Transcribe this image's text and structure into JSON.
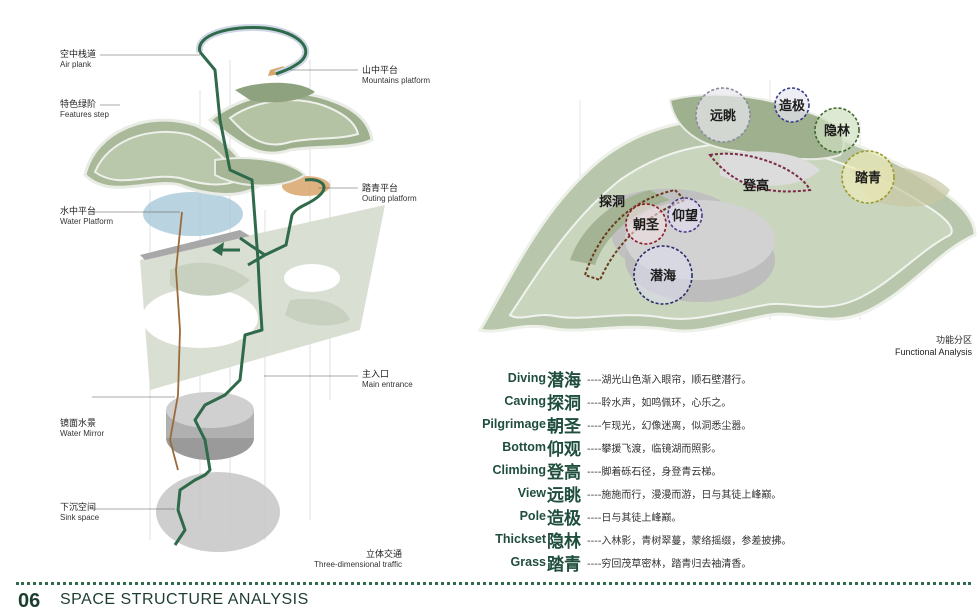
{
  "left_diagram": {
    "callouts": [
      {
        "zh": "空中栈道",
        "en": "Air plank"
      },
      {
        "zh": "特色绿阶",
        "en": "Features step"
      },
      {
        "zh": "水中平台",
        "en": "Water Platform"
      },
      {
        "zh": "镜面水景",
        "en": "Water Mirror"
      },
      {
        "zh": "下沉空间",
        "en": "Sink space"
      },
      {
        "zh": "山中平台",
        "en": "Mountains platform"
      },
      {
        "zh": "踏青平台",
        "en": "Outing platform"
      },
      {
        "zh": "主入口",
        "en": "Main entrance"
      }
    ],
    "caption_zh": "立体交通",
    "caption_en": "Three-dimensional traffic"
  },
  "right_diagram": {
    "zones": [
      {
        "label": "远眺",
        "color": "#8a8aa0"
      },
      {
        "label": "造极",
        "color": "#3a3a8a"
      },
      {
        "label": "隐林",
        "color": "#3f6a2e"
      },
      {
        "label": "踏青",
        "color": "#9a9a2a"
      },
      {
        "label": "登高",
        "color": "#7a2a4a"
      },
      {
        "label": "探洞",
        "color": "#6a3a1a"
      },
      {
        "label": "朝圣",
        "color": "#8a1a2a"
      },
      {
        "label": "仰望",
        "color": "#4a3a8a"
      },
      {
        "label": "潜海",
        "color": "#2a2a6a"
      }
    ],
    "caption_zh": "功能分区",
    "caption_en": "Functional Analysis"
  },
  "legend": [
    {
      "en": "Diving",
      "zh": "潜海",
      "desc": "----湖光山色渐入眼帘，顺石壁潜行。"
    },
    {
      "en": "Caving",
      "zh": "探洞",
      "desc": "----聆水声，如鸣佩环，心乐之。"
    },
    {
      "en": "Pilgrimage",
      "zh": "朝圣",
      "desc": "----乍现光，幻像迷离，似洞悉尘嚣。"
    },
    {
      "en": "Bottom",
      "zh": "仰观",
      "desc": "----攀援飞渡，临镜湖而照影。"
    },
    {
      "en": "Climbing",
      "zh": "登高",
      "desc": "----脚着砾石径，身登青云梯。"
    },
    {
      "en": "View",
      "zh": "远眺",
      "desc": "----施施而行，漫漫而游，日与其徒上峰巅。"
    },
    {
      "en": "Pole",
      "zh": "造极",
      "desc": "----日与其徒上峰巅。"
    },
    {
      "en": "Thickset",
      "zh": "隐林",
      "desc": "----入林影，青树翠蔓，蒙络摇缀，参差披拂。"
    },
    {
      "en": "Grass",
      "zh": "踏青",
      "desc": "----穷回茂草密林，踏青归去袖清香。"
    }
  ],
  "footer": {
    "page_number": "06",
    "title": "SPACE STRUCTURE ANALYSIS"
  }
}
